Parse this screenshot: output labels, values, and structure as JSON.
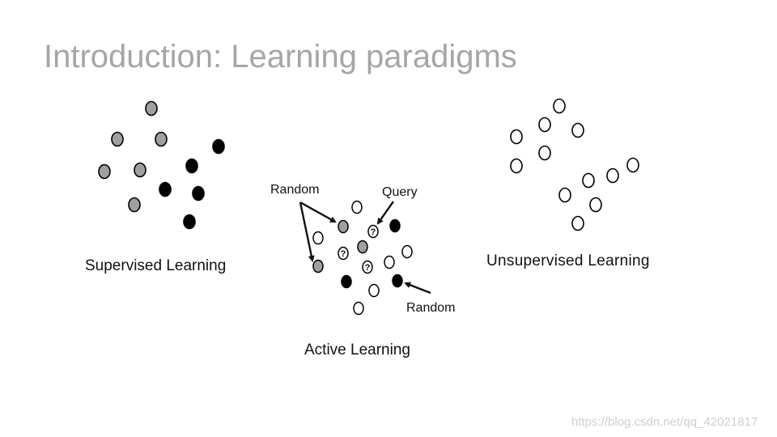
{
  "slide": {
    "title": "Introduction: Learning paradigms",
    "watermark": "https://blog.csdn.net/qq_42021817"
  },
  "labels": {
    "supervised": "Supervised Learning",
    "active": "Active Learning",
    "unsupervised": "Unsupervised Learning"
  },
  "annotations": {
    "random_top": "Random",
    "query": "Query",
    "random_bottom": "Random"
  },
  "query_mark": "?",
  "colors": {
    "title": "#a6a6a6",
    "class_a_fill": "#a0a0a0",
    "class_b_fill": "#000000",
    "unlabeled_fill": "#ffffff",
    "stroke": "#000000"
  }
}
